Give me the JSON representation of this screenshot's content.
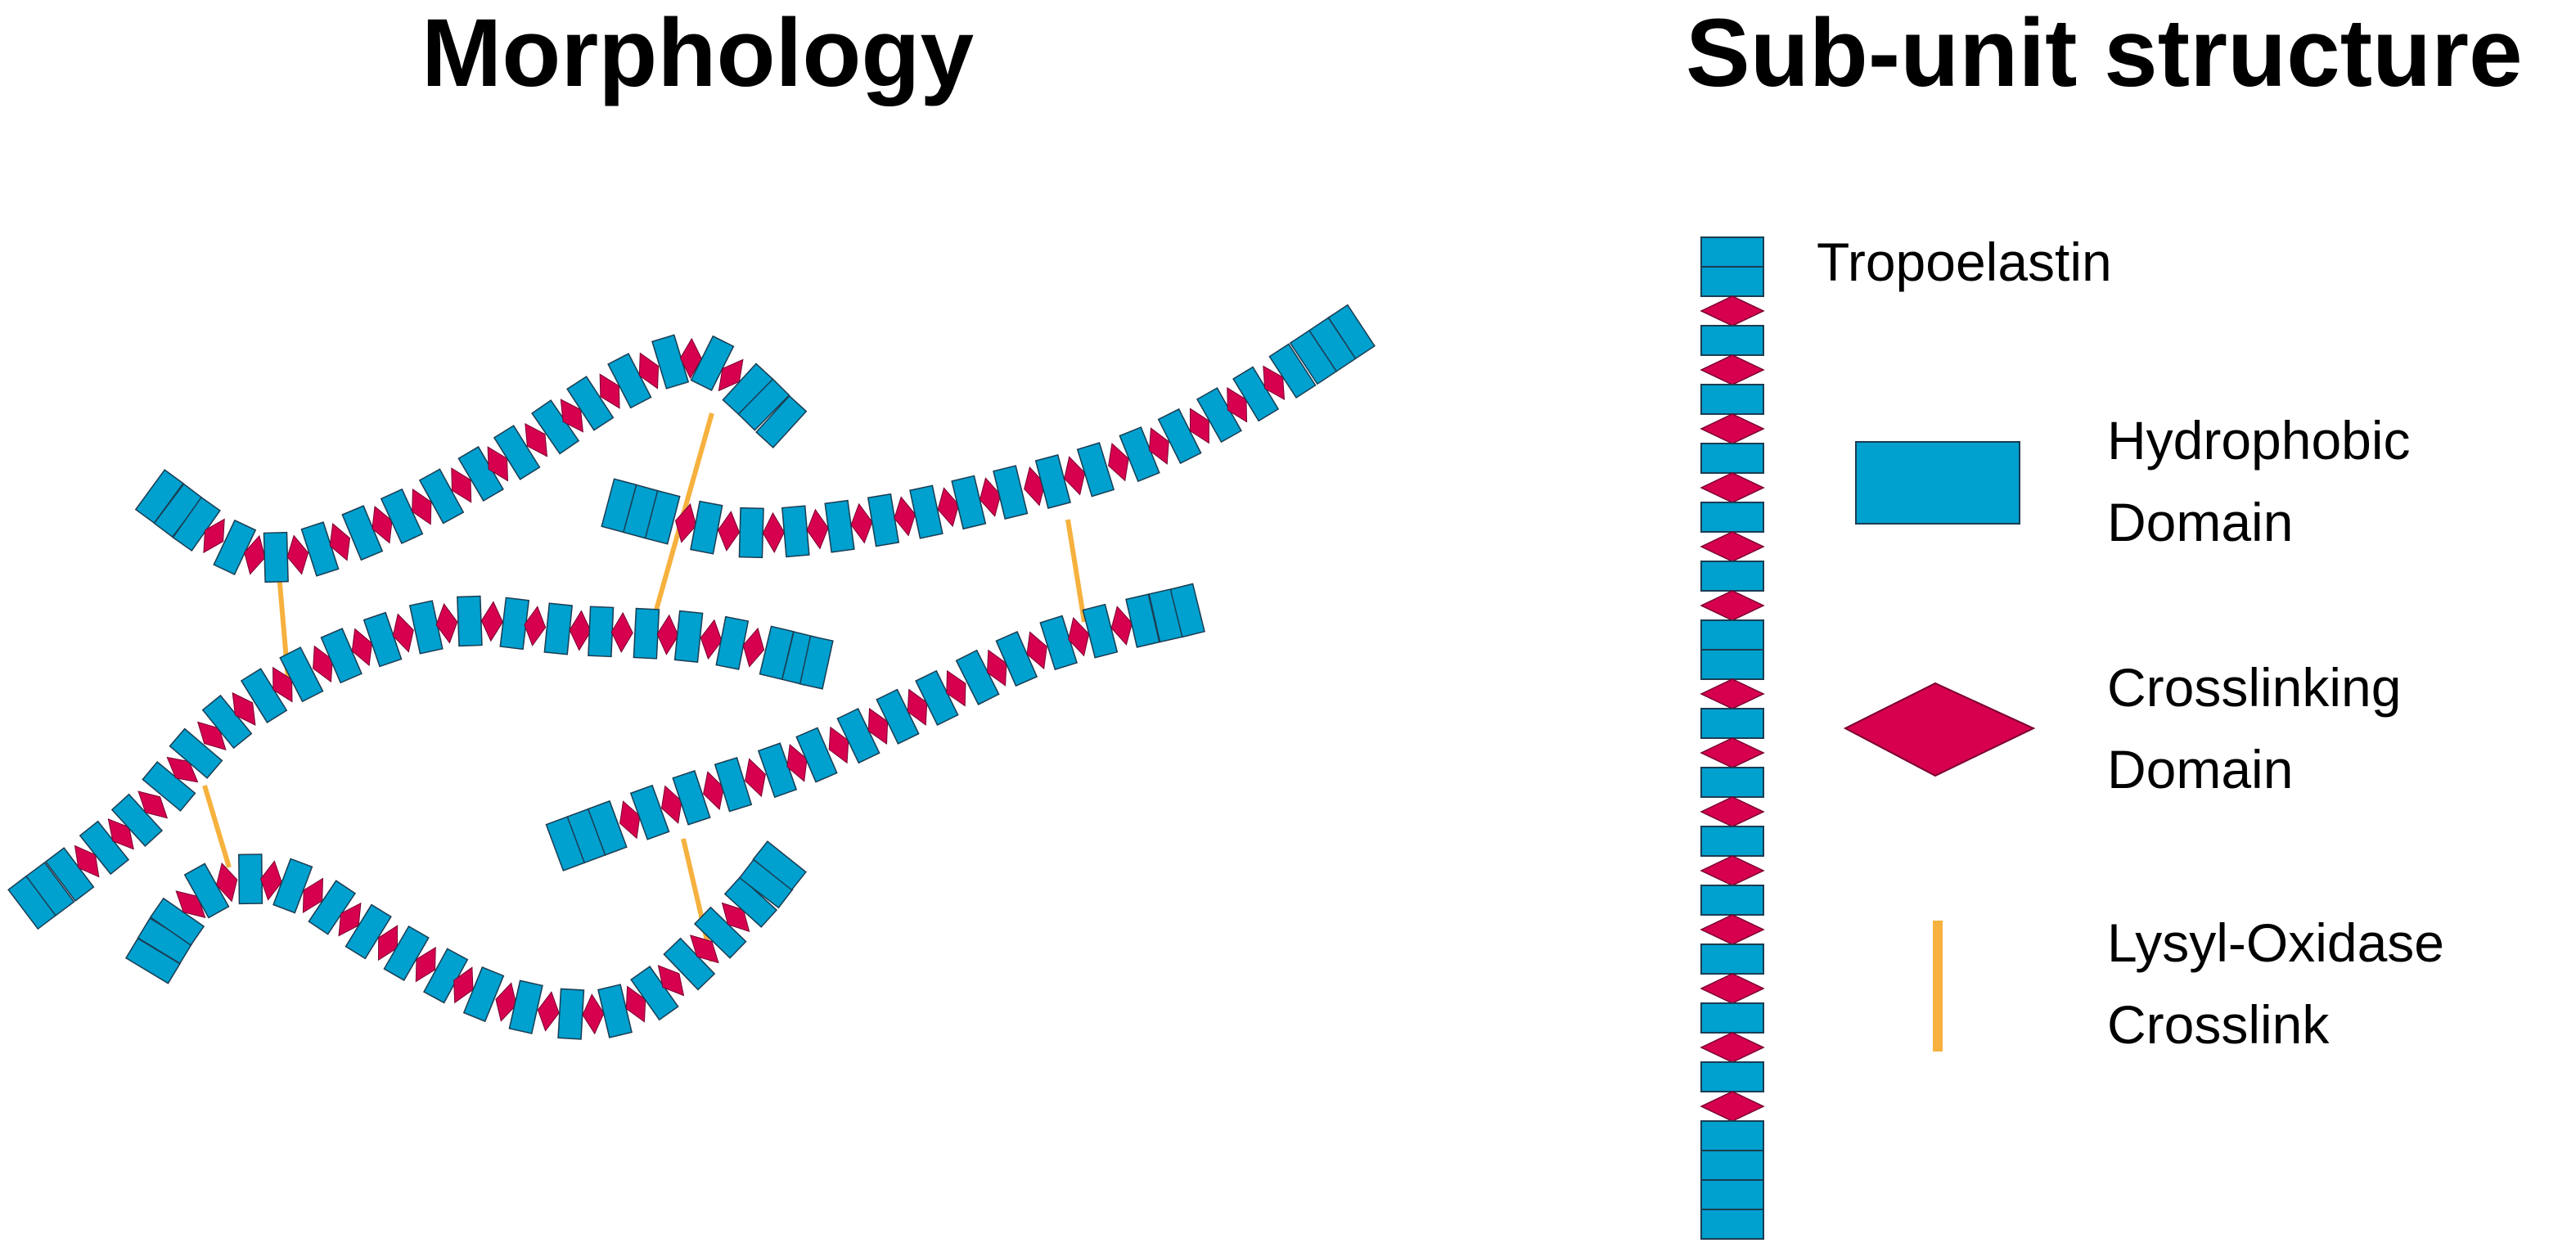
{
  "titles": {
    "morphology": "Morphology",
    "subunit": "Sub-unit structure"
  },
  "legend": {
    "tropoelastin": "Tropoelastin",
    "hydrophobic_line1": "Hydrophobic",
    "hydrophobic_line2": "Domain",
    "crosslinking_line1": "Crosslinking",
    "crosslinking_line2": "Domain",
    "lysyl_line1": "Lysyl-Oxidase",
    "lysyl_line2": "Crosslink"
  },
  "colors": {
    "hydrophobic": "#00A0CF",
    "crosslinking": "#D6004F",
    "crosslink_line": "#F6B13E",
    "outline": "#1b3d52"
  }
}
